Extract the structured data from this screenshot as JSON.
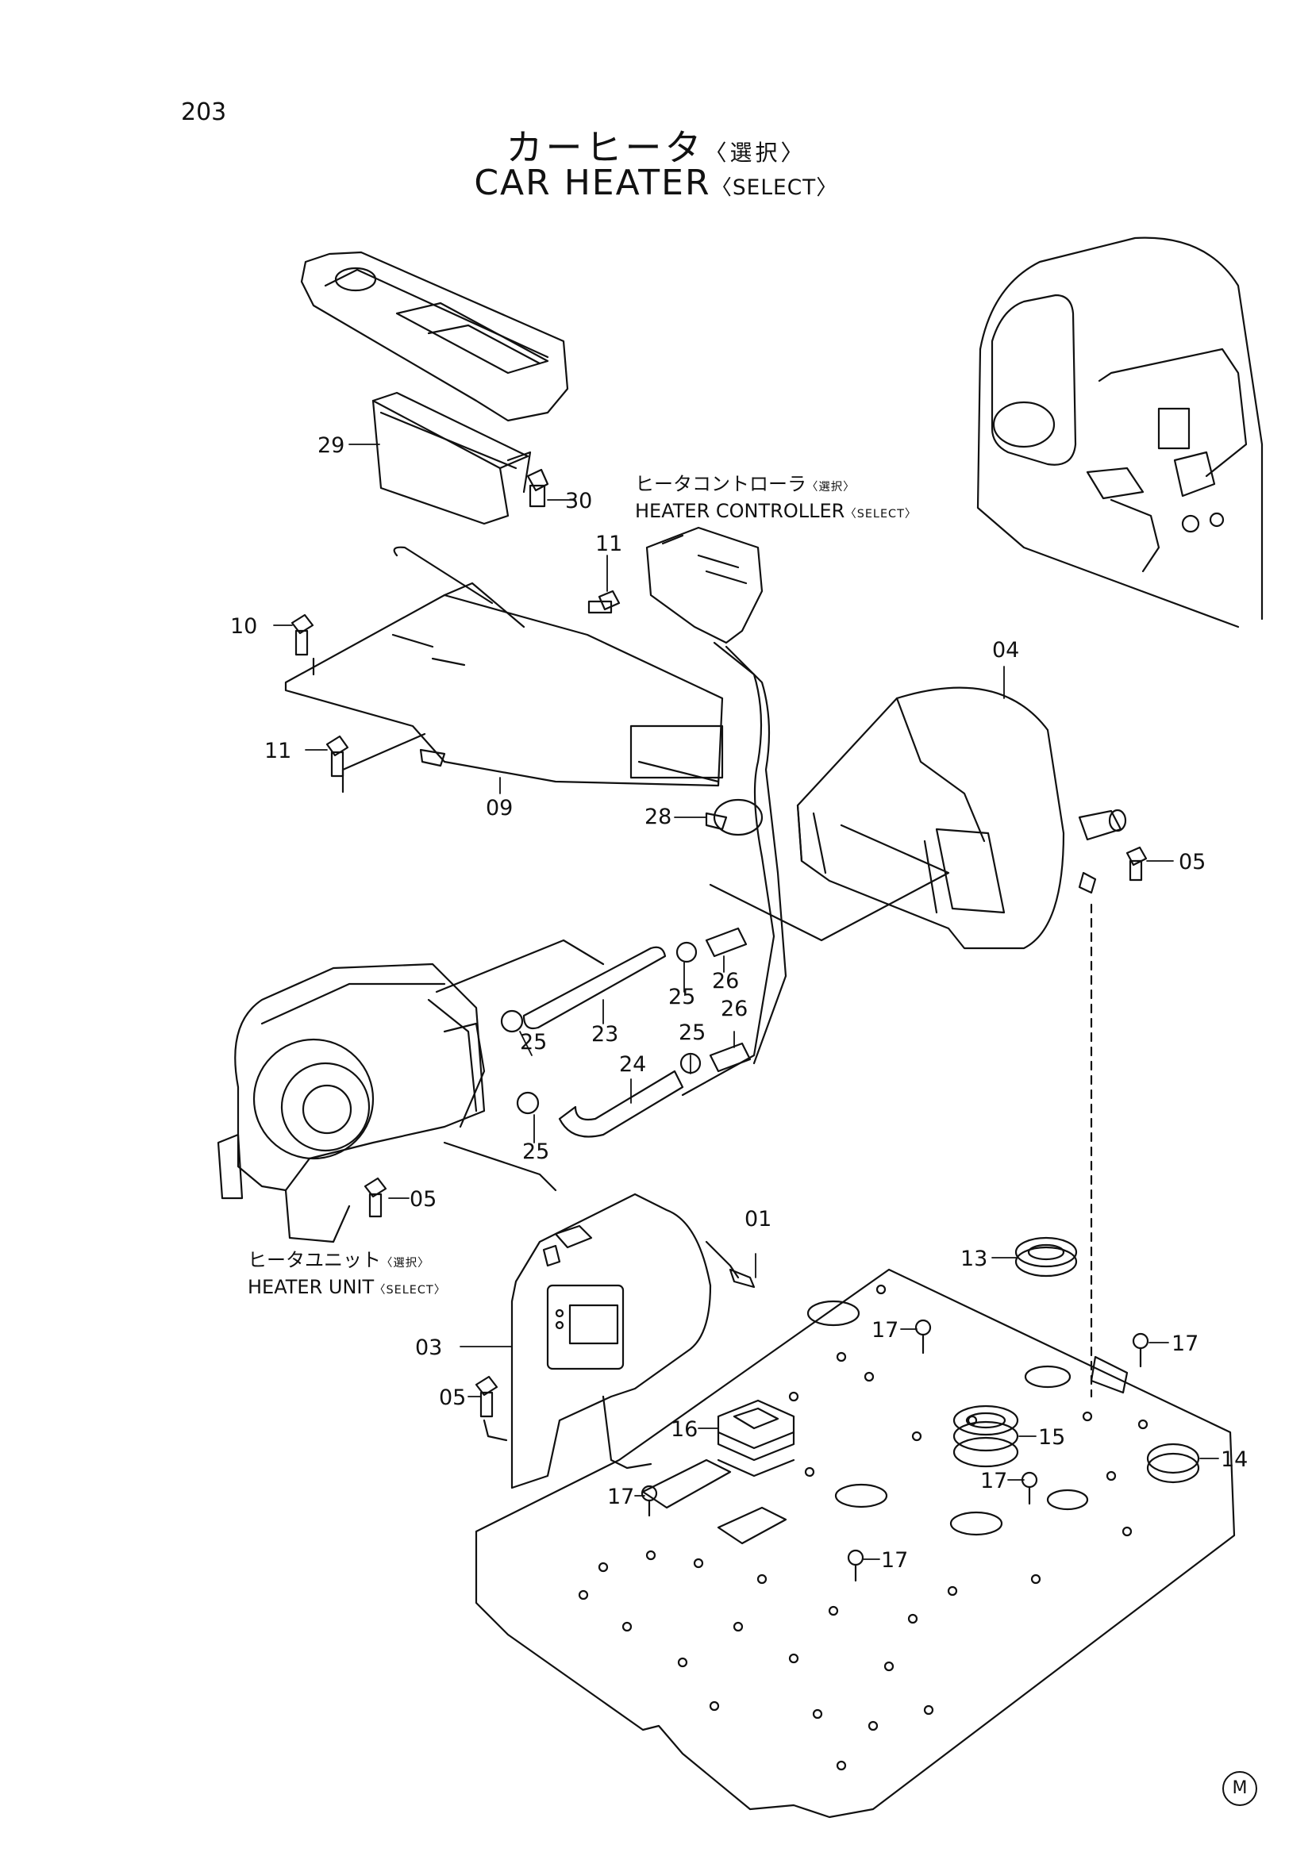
{
  "page_number": "203",
  "title": {
    "jp": "カーヒータ",
    "jp_select": "〈選択〉",
    "en": "CAR HEATER",
    "en_select": "〈SELECT〉"
  },
  "callouts": {
    "heater_controller": {
      "jp": "ヒータコントローラ",
      "jp_select": "〈選択〉",
      "en": "HEATER CONTROLLER",
      "en_select": "〈SELECT〉"
    },
    "heater_unit": {
      "jp": "ヒータユニット",
      "jp_select": "〈選択〉",
      "en": "HEATER UNIT",
      "en_select": "〈SELECT〉"
    }
  },
  "part_labels": [
    "29",
    "30",
    "11",
    "10",
    "11",
    "09",
    "04",
    "28",
    "05",
    "25",
    "26",
    "23",
    "25",
    "26",
    "24",
    "25",
    "25",
    "05",
    "01",
    "13",
    "03",
    "17",
    "17",
    "05",
    "16",
    "15",
    "14",
    "17",
    "17",
    "17"
  ],
  "corner_mark": "M"
}
